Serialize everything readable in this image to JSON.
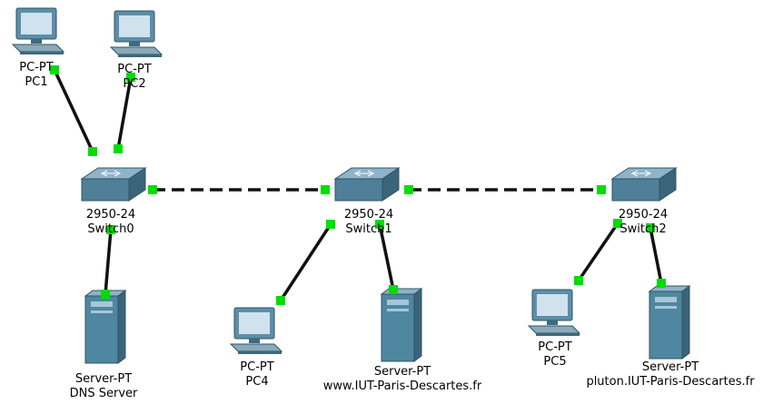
{
  "colors": {
    "link": "#111111",
    "link_up": "#00dd00",
    "switch_top": "#8fb3c8",
    "switch_side": "#4f7f99",
    "pc_screen": "#cfe2ee",
    "pc_body": "#5d8ea8",
    "server_body": "#4f86a0"
  },
  "devices": [
    {
      "id": "pc1",
      "icon": "pc-icon",
      "model": "PC-PT",
      "name": "PC1"
    },
    {
      "id": "pc2",
      "icon": "pc-icon",
      "model": "PC-PT",
      "name": "PC2"
    },
    {
      "id": "switch0",
      "icon": "switch-icon",
      "model": "2950-24",
      "name": "Switch0"
    },
    {
      "id": "switch1",
      "icon": "switch-icon",
      "model": "2950-24",
      "name": "Switch1"
    },
    {
      "id": "switch2",
      "icon": "switch-icon",
      "model": "2950-24",
      "name": "Switch2"
    },
    {
      "id": "dns",
      "icon": "server-icon",
      "model": "Server-PT",
      "name": "DNS Server"
    },
    {
      "id": "pc4",
      "icon": "pc-icon",
      "model": "PC-PT",
      "name": "PC4"
    },
    {
      "id": "www",
      "icon": "server-icon",
      "model": "Server-PT",
      "name": "www.IUT-Paris-Descartes.fr"
    },
    {
      "id": "pc5",
      "icon": "pc-icon",
      "model": "PC-PT",
      "name": "PC5"
    },
    {
      "id": "pluton",
      "icon": "server-icon",
      "model": "Server-PT",
      "name": "pluton.IUT-Paris-Descartes.fr"
    }
  ],
  "links": [
    {
      "from": "pc1",
      "to": "switch0",
      "type": "straight"
    },
    {
      "from": "pc2",
      "to": "switch0",
      "type": "straight"
    },
    {
      "from": "switch0",
      "to": "dns",
      "type": "straight"
    },
    {
      "from": "switch0",
      "to": "switch1",
      "type": "crossover"
    },
    {
      "from": "switch1",
      "to": "switch2",
      "type": "crossover"
    },
    {
      "from": "switch1",
      "to": "pc4",
      "type": "straight"
    },
    {
      "from": "switch1",
      "to": "www",
      "type": "straight"
    },
    {
      "from": "switch2",
      "to": "pc5",
      "type": "straight"
    },
    {
      "from": "switch2",
      "to": "pluton",
      "type": "straight"
    }
  ]
}
